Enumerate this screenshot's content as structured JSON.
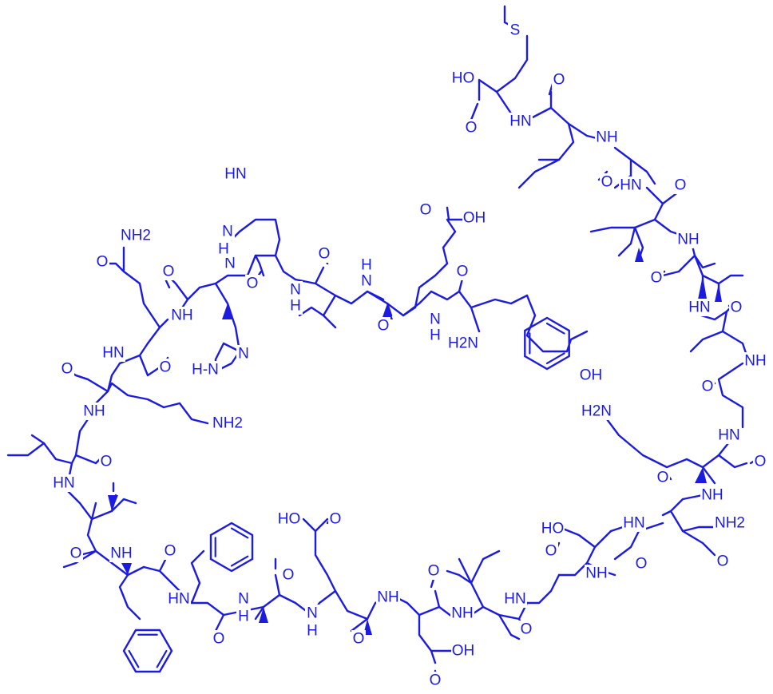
{
  "colors": {
    "ink": "#1c1ce0",
    "background": "#ffffff"
  },
  "labels": [
    {
      "id": "s-met",
      "text": "S"
    },
    {
      "id": "ho-cterm",
      "text": "HO"
    },
    {
      "id": "o-cterm",
      "text": "O"
    },
    {
      "id": "nh-met",
      "text": "HN"
    },
    {
      "id": "o-leu2",
      "text": "O"
    },
    {
      "id": "nh-leu2",
      "text": "NH"
    },
    {
      "id": "o-gly3",
      "text": "O"
    },
    {
      "id": "nh-gly3",
      "text": "HN"
    },
    {
      "id": "o-ile1",
      "text": "O"
    },
    {
      "id": "nh-ile1",
      "text": "NH"
    },
    {
      "id": "o-ile2",
      "text": "O"
    },
    {
      "id": "nh-ile2",
      "text": "HN"
    },
    {
      "id": "o-ala2",
      "text": "O"
    },
    {
      "id": "nh-ala2",
      "text": "NH"
    },
    {
      "id": "o-gly2",
      "text": "O"
    },
    {
      "id": "nh-lys2-amine",
      "text": "H2N"
    },
    {
      "id": "nh-gly2",
      "text": "HN"
    },
    {
      "id": "o-lys2",
      "text": "O"
    },
    {
      "id": "o-asn",
      "text": "O"
    },
    {
      "id": "nh-lys2",
      "text": "NH"
    },
    {
      "id": "nh-asn",
      "text": "HN"
    },
    {
      "id": "nh2-asn",
      "text": "NH2"
    },
    {
      "id": "o-asn-side",
      "text": "O"
    },
    {
      "id": "ho-ser",
      "text": "HO"
    },
    {
      "id": "o-gly1",
      "text": "O"
    },
    {
      "id": "nh-ser",
      "text": "NH"
    },
    {
      "id": "o-ser",
      "text": "O"
    },
    {
      "id": "nh-gly1",
      "text": "HN"
    },
    {
      "id": "o-val3",
      "text": "O"
    },
    {
      "id": "nh-val3",
      "text": "NH"
    },
    {
      "id": "o-asp",
      "text": "O"
    },
    {
      "id": "nh-asp",
      "text": "NH"
    },
    {
      "id": "oh-asp",
      "text": "OH"
    },
    {
      "id": "o-asp-side",
      "text": "O"
    },
    {
      "id": "ho-glu2",
      "text": "HO"
    },
    {
      "id": "o-glu2-side",
      "text": "O"
    },
    {
      "id": "o-glu2",
      "text": "O"
    },
    {
      "id": "nh-glu2",
      "text": "N"
    },
    {
      "id": "h-glu2",
      "text": "H"
    },
    {
      "id": "o-ala1",
      "text": "O"
    },
    {
      "id": "nh-ala1",
      "text": "N"
    },
    {
      "id": "h-ala1",
      "text": "H"
    },
    {
      "id": "o-phe2",
      "text": "O"
    },
    {
      "id": "nh-phe2",
      "text": "HN"
    },
    {
      "id": "o-phe1",
      "text": "O"
    },
    {
      "id": "nh-phe1",
      "text": "NH"
    },
    {
      "id": "o-val1",
      "text": "O"
    },
    {
      "id": "nh-val1",
      "text": "HN"
    },
    {
      "id": "o-leu1",
      "text": "O"
    },
    {
      "id": "nh-leu1",
      "text": "NH"
    },
    {
      "id": "o-lys1",
      "text": "O"
    },
    {
      "id": "nh-lys1",
      "text": "HN"
    },
    {
      "id": "nh2-lys1",
      "text": "NH2"
    },
    {
      "id": "o-gln",
      "text": "O"
    },
    {
      "id": "nh-gln",
      "text": "NH"
    },
    {
      "id": "nh2-gln",
      "text": "NH2"
    },
    {
      "id": "o-gln-side",
      "text": "O"
    },
    {
      "id": "o-his1",
      "text": "O"
    },
    {
      "id": "nh-his1",
      "text": "N"
    },
    {
      "id": "h-his1",
      "text": "H"
    },
    {
      "id": "hn-his1-ring",
      "text": "HN"
    },
    {
      "id": "n-his1-ring",
      "text": "N"
    },
    {
      "id": "o-his2",
      "text": "O"
    },
    {
      "id": "nh-his2",
      "text": "N"
    },
    {
      "id": "h-his2",
      "text": "H"
    },
    {
      "id": "hn-his2-ring",
      "text": "H-N"
    },
    {
      "id": "n-his2-ring",
      "text": "N"
    },
    {
      "id": "o-val2",
      "text": "O"
    },
    {
      "id": "nh-val2",
      "text": "N"
    },
    {
      "id": "h-val2",
      "text": "H"
    },
    {
      "id": "o-glu1",
      "text": "O"
    },
    {
      "id": "nh-glu1",
      "text": "N"
    },
    {
      "id": "h-glu1",
      "text": "H"
    },
    {
      "id": "o-glu1-side",
      "text": "O"
    },
    {
      "id": "oh-glu1",
      "text": "OH"
    },
    {
      "id": "o-tyr",
      "text": "O"
    },
    {
      "id": "nh2-tyr",
      "text": "H2N"
    },
    {
      "id": "oh-tyr",
      "text": "OH"
    }
  ]
}
